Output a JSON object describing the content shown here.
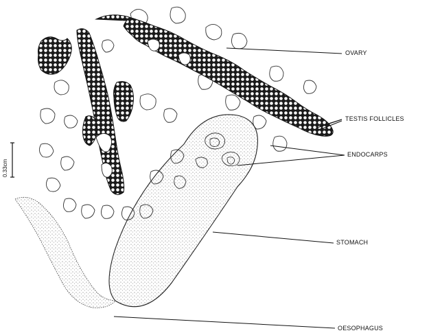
{
  "labels": {
    "ovary": "OVARY",
    "testis": "TESTIS FOLLICLES",
    "endocarps": "ENDOCARPS",
    "stomach": "STOMACH",
    "oesophagus": "OESOPHAGUS"
  },
  "scale": {
    "text": "0.33cm"
  }
}
